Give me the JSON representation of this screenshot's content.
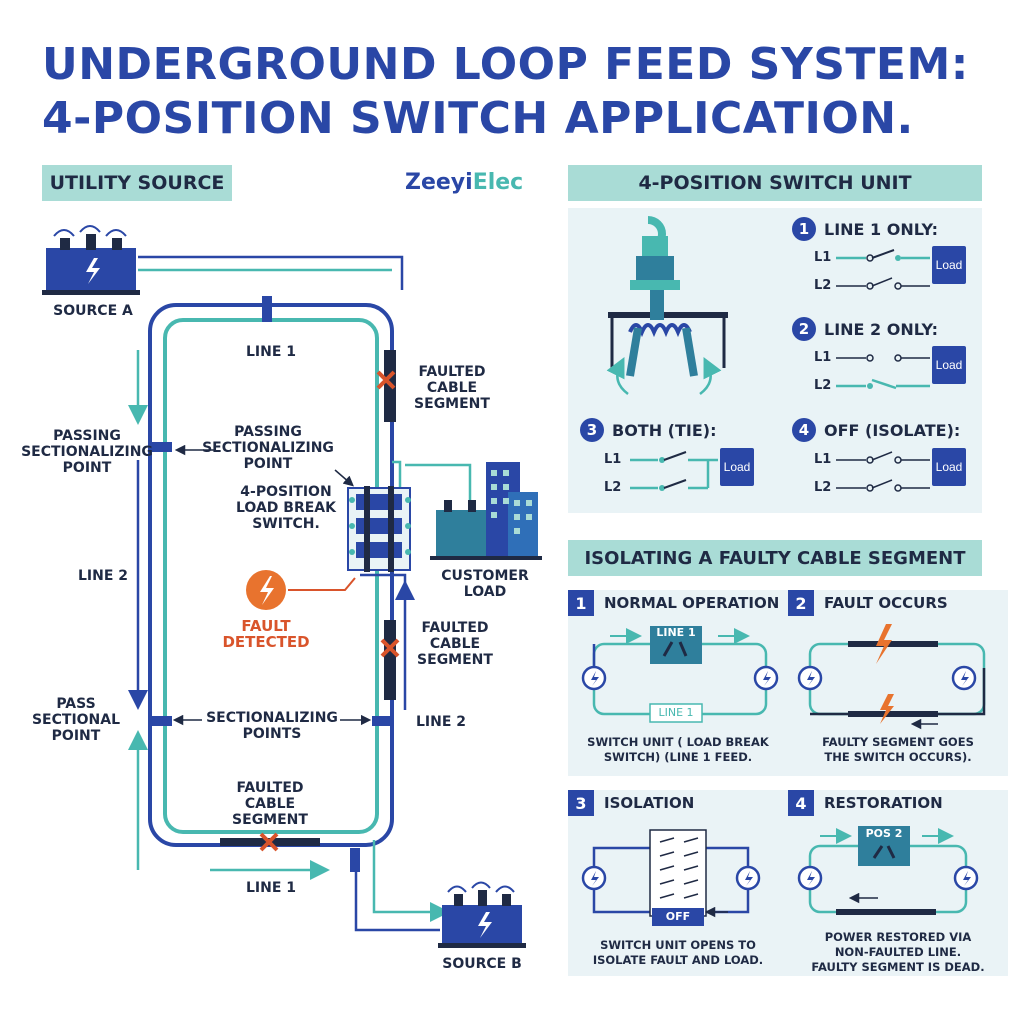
{
  "title": {
    "line1": "UNDERGROUND LOOP FEED SYSTEM:",
    "line2": "4-POSITION SWITCH APPLICATION."
  },
  "brand": {
    "part1": "Zeeyi",
    "part2": "Elec"
  },
  "left": {
    "header": "UTILITY SOURCE",
    "source_a": "SOURCE A",
    "source_b": "SOURCE B",
    "line1_top": "LINE 1",
    "line1_bottom": "LINE 1",
    "line2_left": "LINE 2",
    "line2_right": "LINE 2",
    "passing_left": "PASSING\nSECTIONALIZING\nPOINT",
    "passing_mid": "PASSING\nSECTIONALIZING\nPOINT",
    "switch_label": "4-POSITION\nLOAD BREAK\nSWITCH.",
    "customer_load": "CUSTOMER\nLOAD",
    "fault_detected": "FAULT\nDETECTED",
    "faulted_top": "FAULTED\nCABLE\nSEGMENT",
    "faulted_mid": "FAULTED\nCABLE\nSEGMENT",
    "faulted_bottom": "FAULTED\nCABLE\nSEGMENT",
    "pass_sectional": "PASS\nSECTIONAL\nPOINT",
    "sectionalizing_points": "SECTIONALIZING\nPOINTS"
  },
  "switch_unit": {
    "header": "4-POSITION SWITCH UNIT",
    "modes": [
      {
        "num": "1",
        "label": "LINE 1 ONLY:"
      },
      {
        "num": "2",
        "label": "LINE 2 ONLY:"
      },
      {
        "num": "3",
        "label": "BOTH (TIE):"
      },
      {
        "num": "4",
        "label": "OFF (ISOLATE):"
      }
    ],
    "l1": "L1",
    "l2": "L2",
    "load": "Load"
  },
  "isolating": {
    "header": "ISOLATING A FAULTY CABLE SEGMENT",
    "cards": [
      {
        "num": "1",
        "title": "NORMAL OPERATION",
        "caption": "SWITCH UNIT ( LOAD BREAK\nSWITCH) (LINE 1 FEED.",
        "tag_top": "LINE 1",
        "tag_bottom": "LINE 1"
      },
      {
        "num": "2",
        "title": "FAULT OCCURS",
        "caption": "FAULTY SEGMENT GOES\nTHE SWITCH OCCURS)."
      },
      {
        "num": "3",
        "title": "ISOLATION",
        "caption": "SWITCH UNIT OPENS TO\nISOLATE FAULT AND LOAD.",
        "tag": "OFF"
      },
      {
        "num": "4",
        "title": "RESTORATION",
        "caption": "POWER RESTORED VIA\nNON-FAULTED LINE.\nFAULTY SEGMENT IS DEAD.",
        "tag": "POS 2"
      }
    ]
  },
  "colors": {
    "navy": "#2a47a6",
    "teal": "#48b8b0",
    "light_teal": "#a9dcd6",
    "red": "#d9542b",
    "panel": "#e9f3f6"
  }
}
